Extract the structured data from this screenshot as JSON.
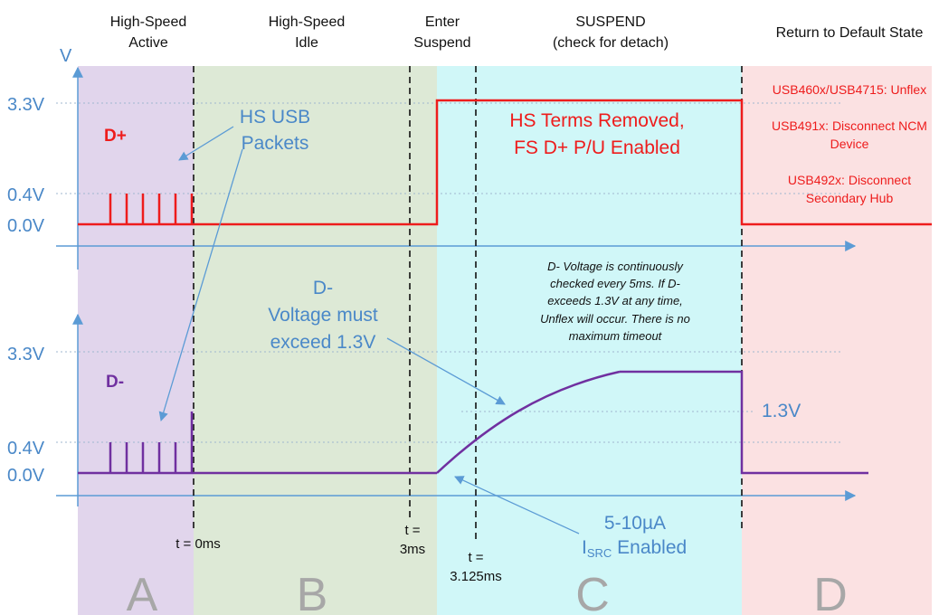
{
  "regions": {
    "A": {
      "header_line1": "High-Speed",
      "header_line2": "Active",
      "letter": "A",
      "color": "#e1d5ec"
    },
    "B": {
      "header_line1": "High-Speed",
      "header_line2": "Idle",
      "letter": "B",
      "color": "#dde9d6"
    },
    "enter": {
      "header_line1": "Enter",
      "header_line2": "Suspend"
    },
    "C": {
      "header_line1": "SUSPEND",
      "header_line2": "(check for detach)",
      "letter": "C",
      "color": "#d0f7f8"
    },
    "D": {
      "header_line1": "Return to Default State",
      "letter": "D",
      "color": "#fbe1e2"
    }
  },
  "axes": {
    "v_label": "V",
    "top": {
      "y_3v3": "3.3V",
      "y_0v4": "0.4V",
      "y_0v0": "0.0V"
    },
    "bottom": {
      "y_3v3": "3.3V",
      "y_0v4": "0.4V",
      "y_0v0": "0.0V"
    }
  },
  "signals": {
    "dplus": {
      "label": "D+",
      "color": "#ee1c1c"
    },
    "dminus": {
      "label": "D-",
      "color": "#7030a0"
    }
  },
  "annotations": {
    "hs_packets_line1": "HS USB",
    "hs_packets_line2": "Packets",
    "hs_terms_line1": "HS Terms Removed,",
    "hs_terms_line2": "FS D+ P/U Enabled",
    "dminus_line1": "D-",
    "dminus_line2": "Voltage must",
    "dminus_line3": "exceed 1.3V",
    "threshold": "1.3V",
    "isrc_line1": "5-10µA",
    "isrc_prefix": "I",
    "isrc_sub": "SRC",
    "isrc_suffix": " Enabled",
    "note_lines": [
      "D- Voltage is continuously",
      "checked every 5ms. If D-",
      "exceeds 1.3V at any time,",
      "Unflex will occur. There is no",
      "maximum timeout"
    ],
    "usb460x": "USB460x/USB4715: Unflex",
    "usb491x_line1": "USB491x: Disconnect NCM",
    "usb491x_line2": "Device",
    "usb492x_line1": "USB492x: Disconnect",
    "usb492x_line2": "Secondary Hub"
  },
  "time_markers": {
    "t0": "t = 0ms",
    "t3_line1": "t =",
    "t3_line2": "3ms",
    "t3125_line1": "t =",
    "t3125_line2": "3.125ms"
  }
}
